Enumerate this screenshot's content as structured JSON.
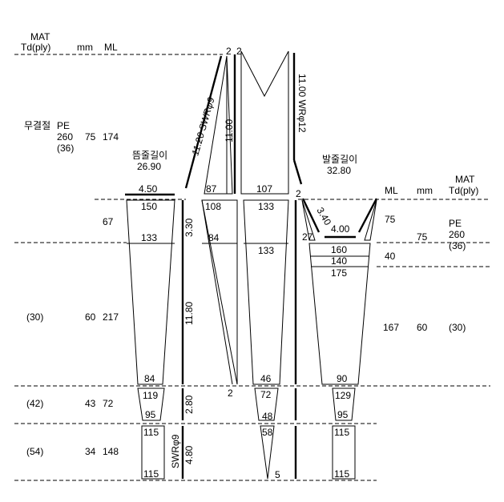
{
  "header_left": {
    "mat": "MAT",
    "td": "Td(ply)",
    "mm": "mm",
    "ml": "ML"
  },
  "header_right": {
    "ml": "ML",
    "mm": "mm",
    "mat": "MAT",
    "td": "Td(ply)"
  },
  "left_sections": {
    "top": {
      "label": "무결절",
      "mat": "PE",
      "td": "260",
      "td_ply": "(36)",
      "mm": "75",
      "ml": "174"
    },
    "sub_ml": "67",
    "mid": {
      "td_ply": "(30)",
      "mm": "60",
      "ml": "217"
    },
    "low1": {
      "td_ply": "(42)",
      "mm": "43",
      "ml": "72"
    },
    "low2": {
      "td_ply": "(54)",
      "mm": "34",
      "ml": "148"
    }
  },
  "right_sections": {
    "top": {
      "ml": "75",
      "mm": "75",
      "mat": "PE",
      "td": "260",
      "td_ply": "(36)"
    },
    "sub_ml": "40",
    "mid": {
      "ml": "167",
      "mm": "60",
      "td_ply": "(30)"
    }
  },
  "float_line": {
    "label": "뜸줄길이",
    "value": "26.90",
    "segment": "4.50"
  },
  "ground_line": {
    "label": "발줄길이",
    "value": "32.80",
    "segment": "4.00",
    "side": "3.40"
  },
  "wires": {
    "swr_upper": "11.20 SWRφ9",
    "center": "11.00",
    "wr_right": "11.00 WRφ12",
    "swr_lower": "SWRφ9",
    "lower_len": "4.80",
    "seg_330": "3.30",
    "seg_1180": "11.80",
    "seg_280": "2.80"
  },
  "panel_labels": {
    "wing_left": [
      "150",
      "133",
      "84",
      "119",
      "95",
      "115",
      "115"
    ],
    "square": [
      "87",
      "108",
      "84",
      "2"
    ],
    "belly": [
      "107",
      "133",
      "133",
      "46",
      "72",
      "48",
      "58",
      "5"
    ],
    "wing_right": [
      "27",
      "160",
      "140",
      "175",
      "90",
      "129",
      "95",
      "115",
      "115"
    ],
    "corner_marks": [
      "2",
      "2",
      "2"
    ]
  }
}
